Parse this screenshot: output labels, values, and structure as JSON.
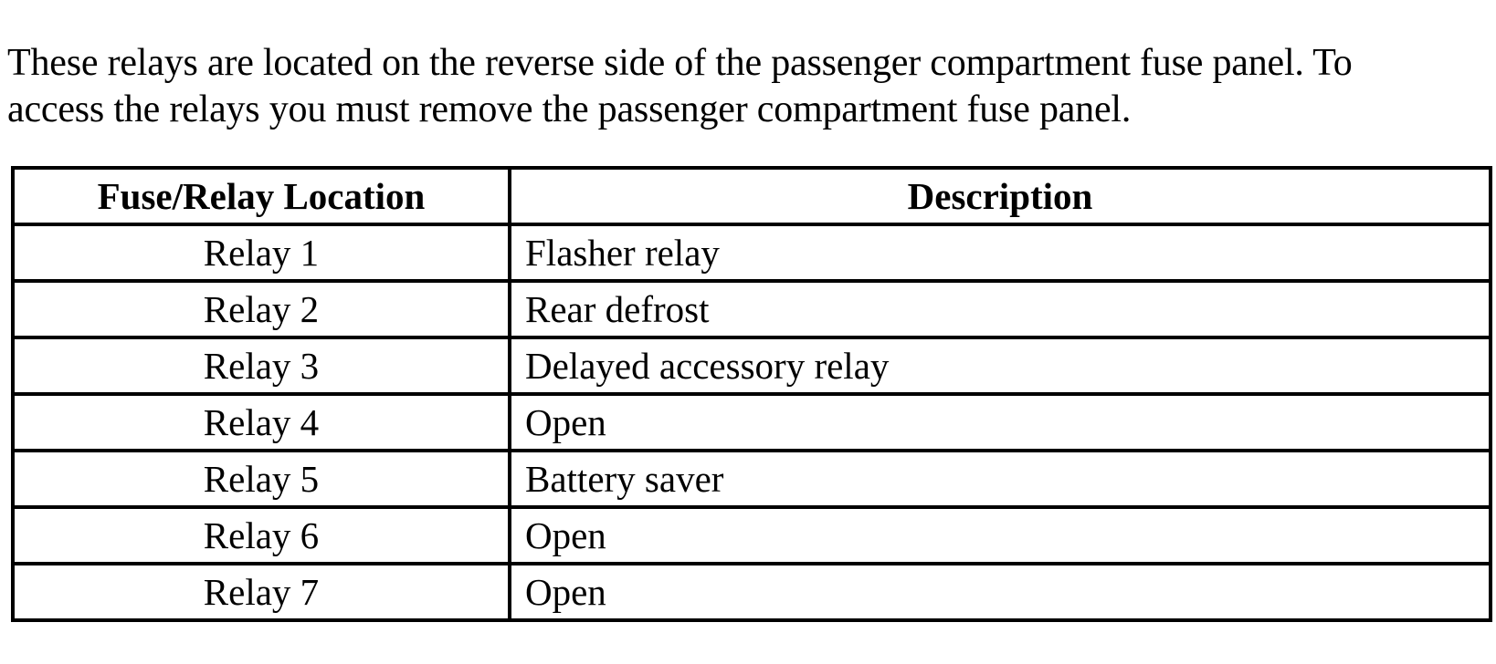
{
  "document": {
    "intro_paragraph": "These relays are located on the reverse side of the passenger compartment fuse panel. To access the relays you must remove the passenger compartment fuse panel."
  },
  "table": {
    "columns": [
      {
        "key": "location",
        "header": "Fuse/Relay Location",
        "align": "center"
      },
      {
        "key": "description",
        "header": "Description",
        "align": "left"
      }
    ],
    "rows": [
      {
        "location": "Relay 1",
        "description": "Flasher relay"
      },
      {
        "location": "Relay 2",
        "description": "Rear defrost"
      },
      {
        "location": "Relay 3",
        "description": "Delayed accessory relay"
      },
      {
        "location": "Relay 4",
        "description": "Open"
      },
      {
        "location": "Relay 5",
        "description": "Battery saver"
      },
      {
        "location": "Relay 6",
        "description": "Open"
      },
      {
        "location": "Relay 7",
        "description": "Open"
      }
    ]
  },
  "style": {
    "text_color": "#000000",
    "background_color": "#ffffff",
    "border_color": "#000000"
  }
}
